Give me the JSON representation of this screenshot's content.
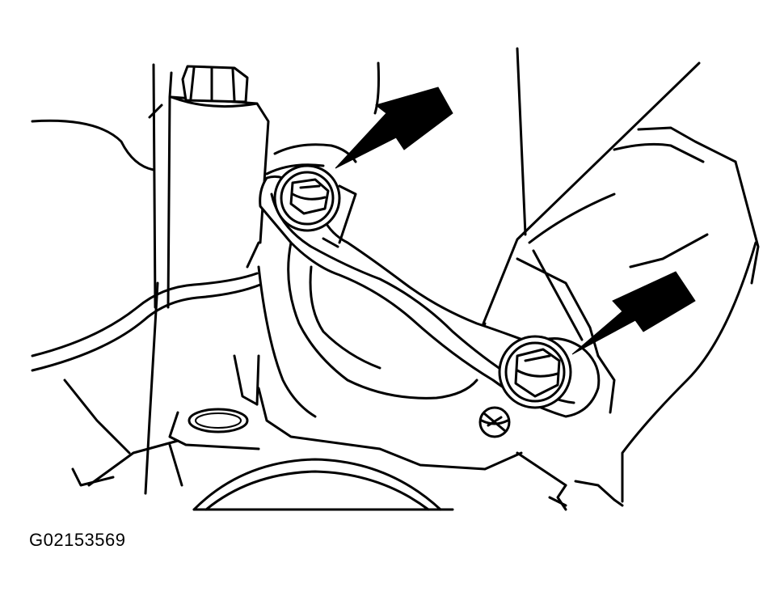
{
  "figure": {
    "code": "G02153569"
  },
  "colors": {
    "line": "#000000",
    "background": "#ffffff"
  },
  "callouts": [
    {
      "name": "upper-bolt-arrow",
      "points_to": "upper-mount-bolt"
    },
    {
      "name": "lower-bolt-arrow",
      "points_to": "lower-mount-bolt"
    }
  ]
}
